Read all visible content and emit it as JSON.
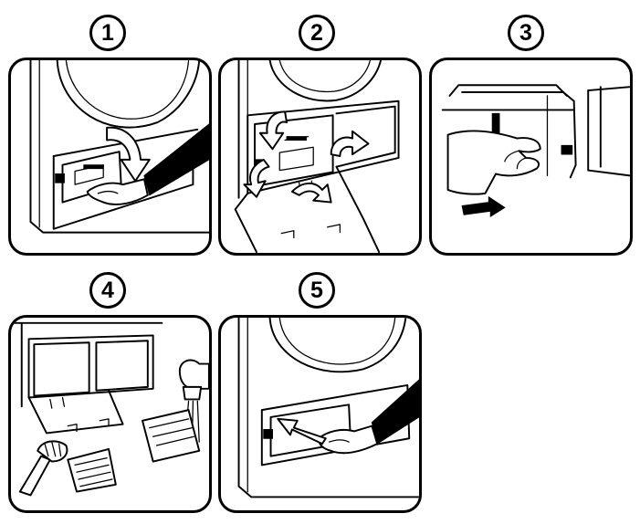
{
  "steps": [
    {
      "number": "1"
    },
    {
      "number": "2"
    },
    {
      "number": "3"
    },
    {
      "number": "4"
    },
    {
      "number": "5"
    }
  ],
  "colors": {
    "ink": "#000000",
    "paper": "#ffffff"
  }
}
